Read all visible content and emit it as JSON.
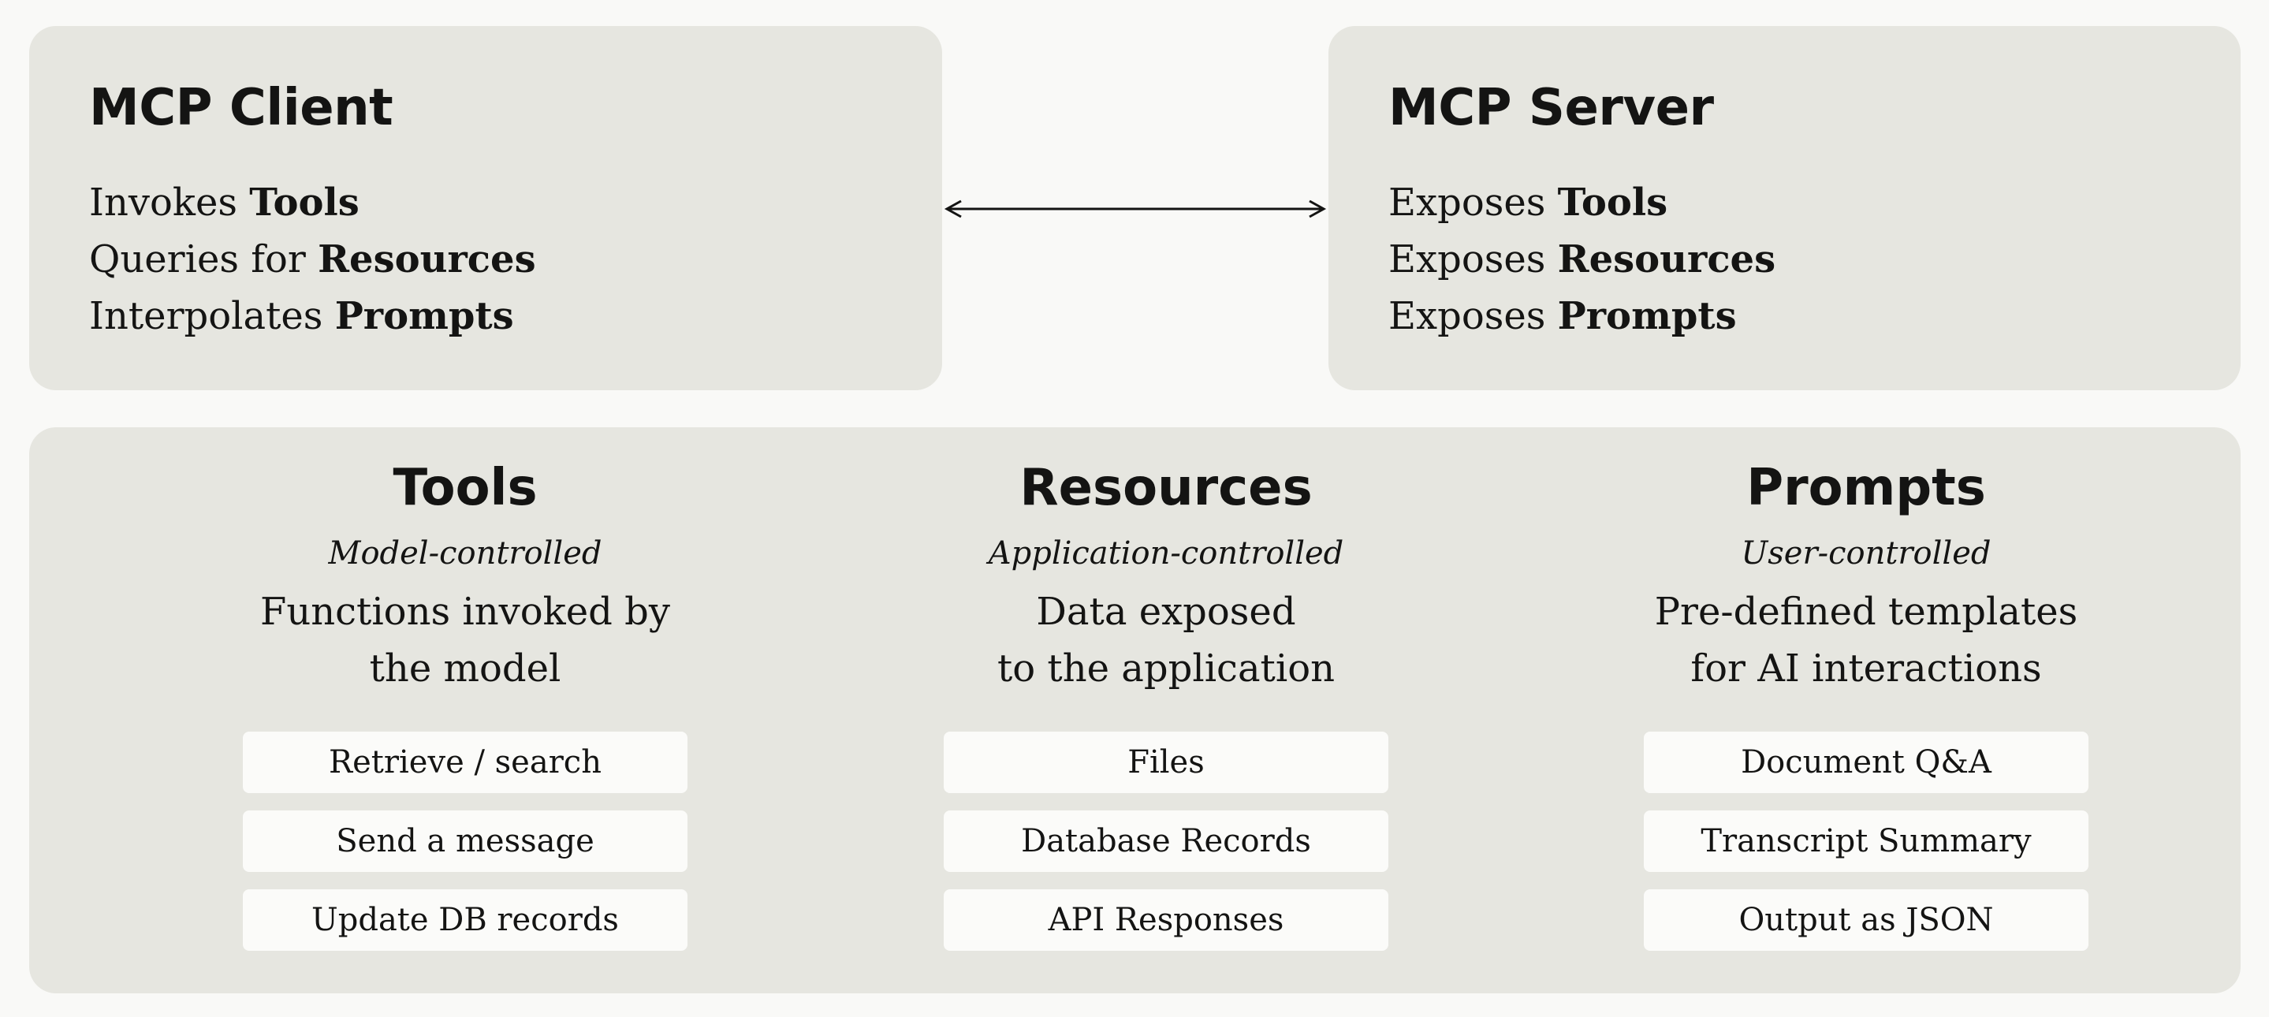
{
  "client": {
    "title": "MCP Client",
    "capabilities": [
      {
        "verb": "Invokes",
        "object": "Tools"
      },
      {
        "verb": "Queries for",
        "object": "Resources"
      },
      {
        "verb": "Interpolates",
        "object": "Prompts"
      }
    ]
  },
  "server": {
    "title": "MCP Server",
    "capabilities": [
      {
        "verb": "Exposes",
        "object": "Tools"
      },
      {
        "verb": "Exposes",
        "object": "Resources"
      },
      {
        "verb": "Exposes",
        "object": "Prompts"
      }
    ]
  },
  "primitives": [
    {
      "title": "Tools",
      "control": "Model-controlled",
      "description": [
        "Functions invoked by",
        "the model"
      ],
      "examples": [
        "Retrieve / search",
        "Send a message",
        "Update DB records"
      ]
    },
    {
      "title": "Resources",
      "control": "Application-controlled",
      "description": [
        "Data exposed",
        "to the application"
      ],
      "examples": [
        "Files",
        "Database Records",
        "API Responses"
      ]
    },
    {
      "title": "Prompts",
      "control": "User-controlled",
      "description": [
        "Pre-defined templates",
        "for AI interactions"
      ],
      "examples": [
        "Document Q&A",
        "Transcript Summary",
        "Output as JSON"
      ]
    }
  ],
  "colors": {
    "background": "#f9f9f7",
    "panel": "#e6e6e0",
    "chip": "#fbfbf9",
    "text": "#141413"
  }
}
